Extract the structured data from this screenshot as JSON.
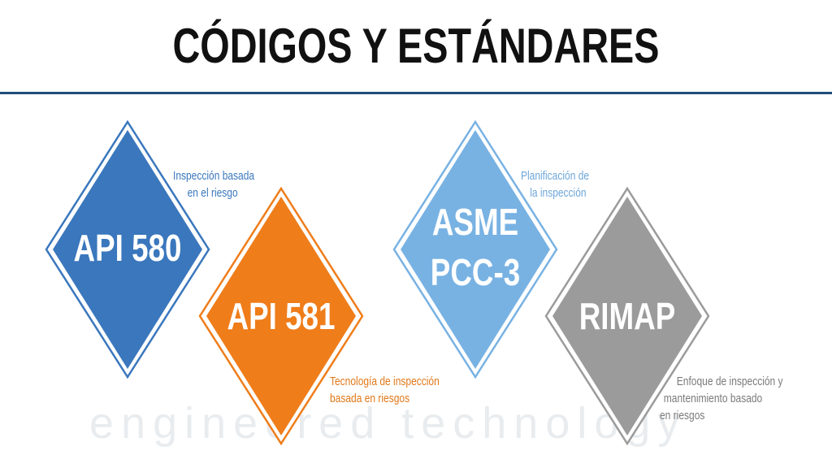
{
  "title": "CÓDIGOS Y ESTÁNDARES",
  "watermark": "engineered technology",
  "colors": {
    "blue": "#3a77bd",
    "orange": "#ef7d1a",
    "lightblue": "#78b2e3",
    "gray": "#9b9b9b",
    "rule": "#1f4e7a"
  },
  "standards": [
    {
      "label_lines": [
        "API 580"
      ],
      "note_lines": [
        "Inspección basada",
        "en el riesgo"
      ],
      "note_color": "#3a77bd"
    },
    {
      "label_lines": [
        "API 581"
      ],
      "note_lines": [
        "Tecnología de inspección",
        "basada en riesgos"
      ],
      "note_color": "#e07818"
    },
    {
      "label_lines": [
        "ASME",
        "PCC-3"
      ],
      "note_lines": [
        "Planificación de",
        "la inspección"
      ],
      "note_color": "#6ea6d8"
    },
    {
      "label_lines": [
        "RIMAP"
      ],
      "note_lines": [
        "Enfoque de inspección y",
        "mantenimiento basado",
        "en riesgos"
      ],
      "note_color": "#7a7a7a"
    }
  ]
}
